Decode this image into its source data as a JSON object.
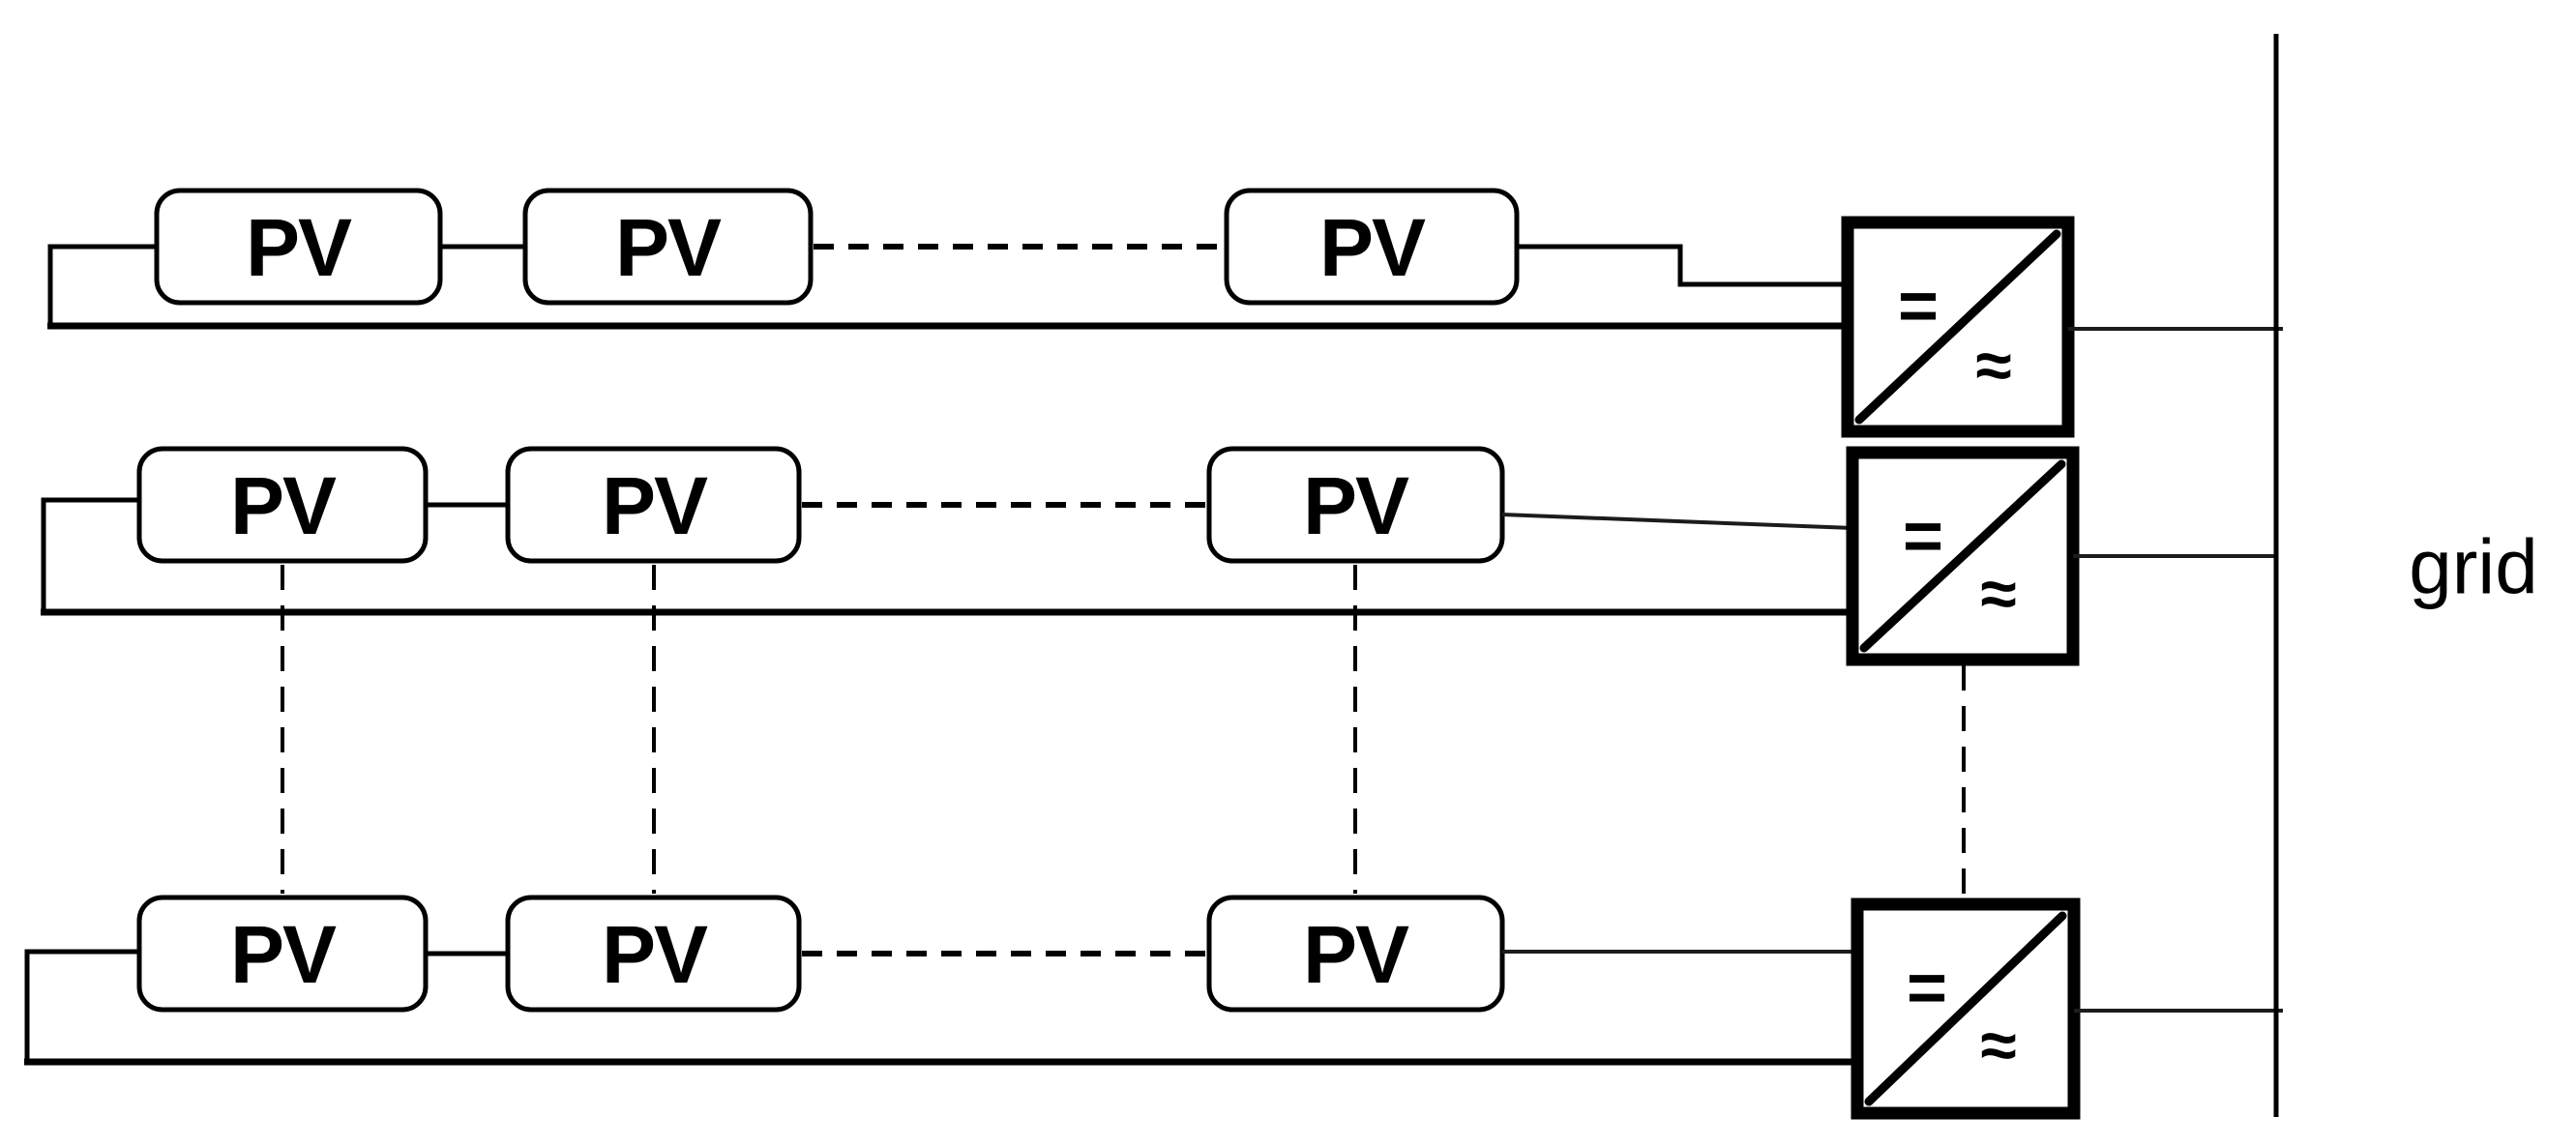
{
  "diagram": {
    "type": "schematic",
    "subject": "Grid-connected photovoltaic strings, each with a string DC/AC inverter feeding a common grid bus",
    "labels": {
      "pv_module": "PV",
      "grid": "grid"
    },
    "inverter_symbols": {
      "dc_side": "=",
      "ac_side": "≈"
    },
    "structure": {
      "string_count": 3,
      "pv_modules_shown_per_string": 3,
      "inverter_count": 3,
      "continuation": "dashed lines indicate additional PV modules in series and additional strings/inverters in parallel"
    },
    "colors": {
      "line": "#000000",
      "wire": "#1c1c1c",
      "background": "#ffffff"
    }
  }
}
